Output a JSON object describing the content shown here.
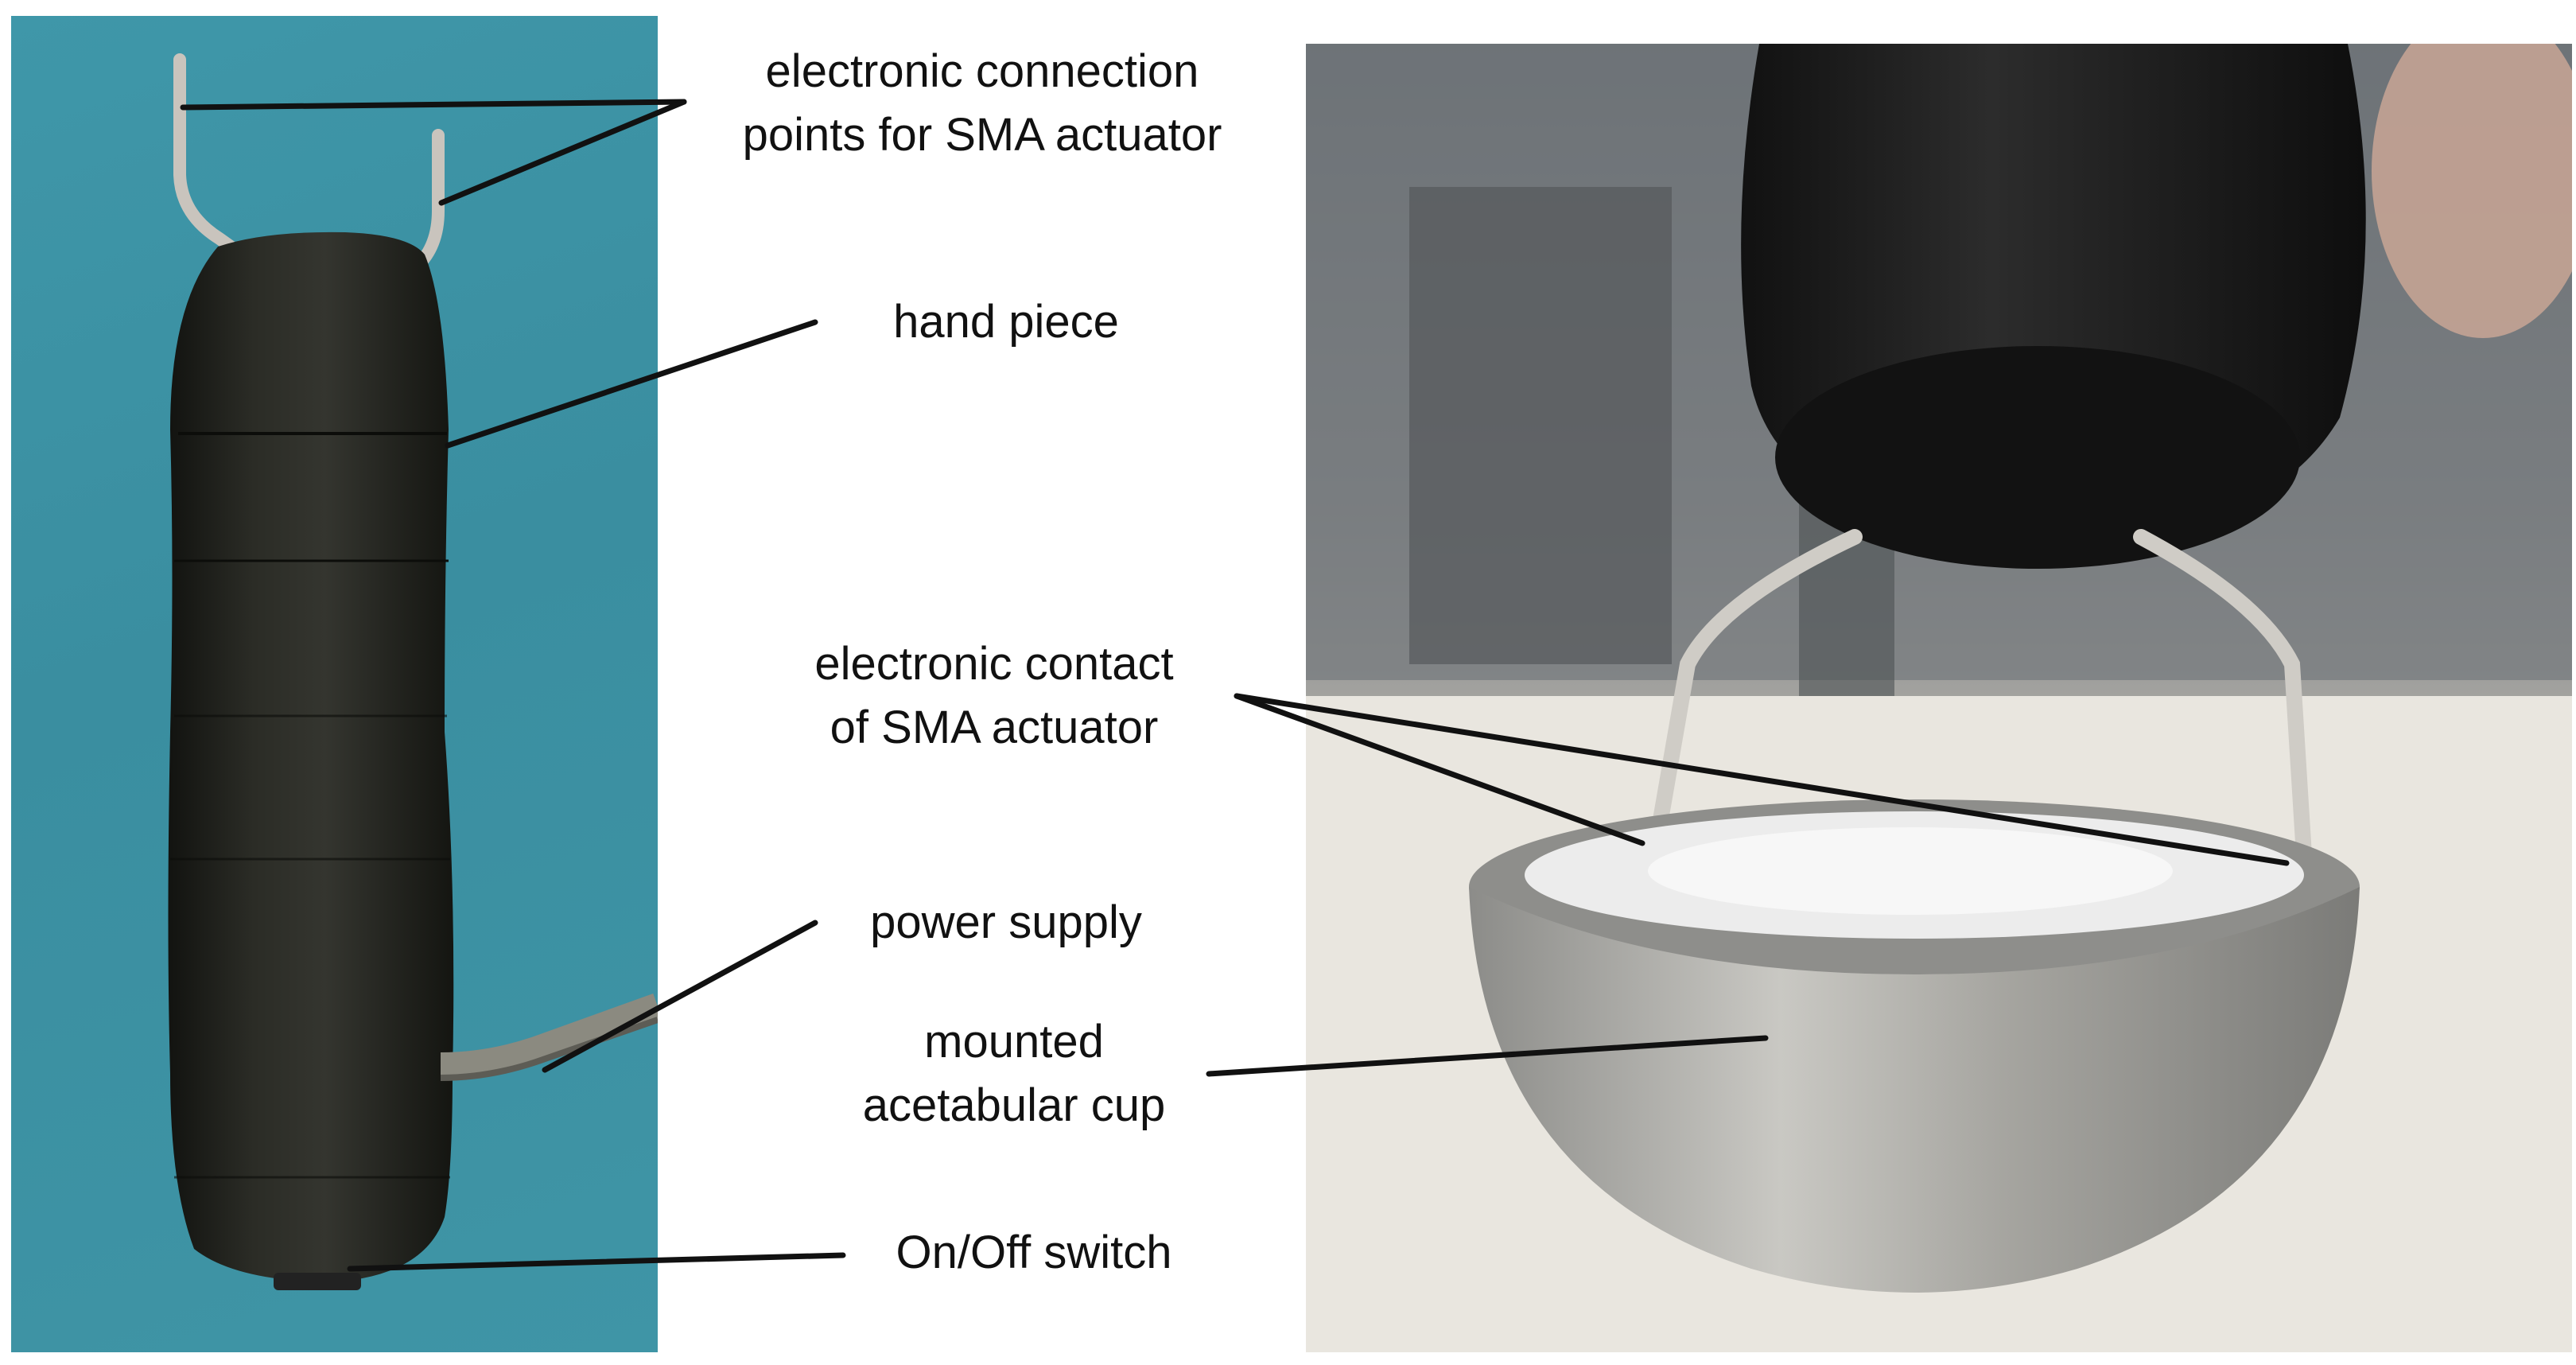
{
  "figure": {
    "labels": {
      "connection_points": [
        "electronic connection",
        "points for SMA actuator"
      ],
      "hand_piece": "hand piece",
      "contact": [
        "electronic contact",
        "of SMA actuator"
      ],
      "power_supply": "power supply",
      "mounted_cup": [
        "mounted",
        "acetabular cup"
      ],
      "switch": "On/Off switch"
    },
    "colors": {
      "background_left": "#3f97a9",
      "handpiece": "#1d1e1a",
      "wire": "#c7c2bb",
      "cup": "#a7a7a3",
      "leader_lines": "#111111"
    }
  }
}
